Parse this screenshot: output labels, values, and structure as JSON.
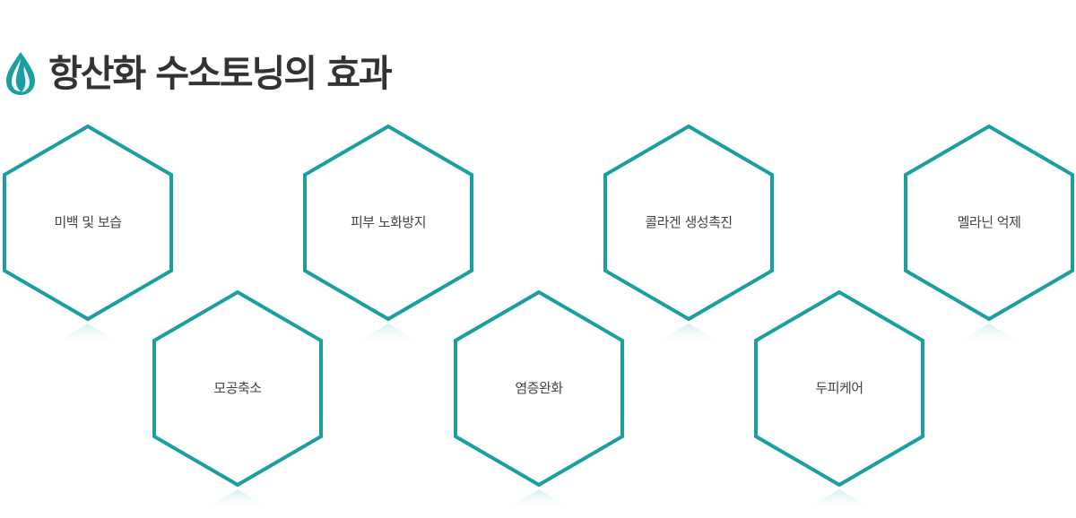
{
  "header": {
    "title": "항산화 수소토닝의 효과",
    "logo_icon": "leaf-drop-icon"
  },
  "colors": {
    "accent": "#1a9e9f",
    "text": "#444444",
    "title": "#333333",
    "reflection": "#d9f0f0"
  },
  "effects": [
    {
      "label": "미백 및 보습"
    },
    {
      "label": "모공축소"
    },
    {
      "label": "피부 노화방지"
    },
    {
      "label": "염증완화"
    },
    {
      "label": "콜라겐 생성촉진"
    },
    {
      "label": "두피케어"
    },
    {
      "label": "멜라닌 억제"
    }
  ]
}
